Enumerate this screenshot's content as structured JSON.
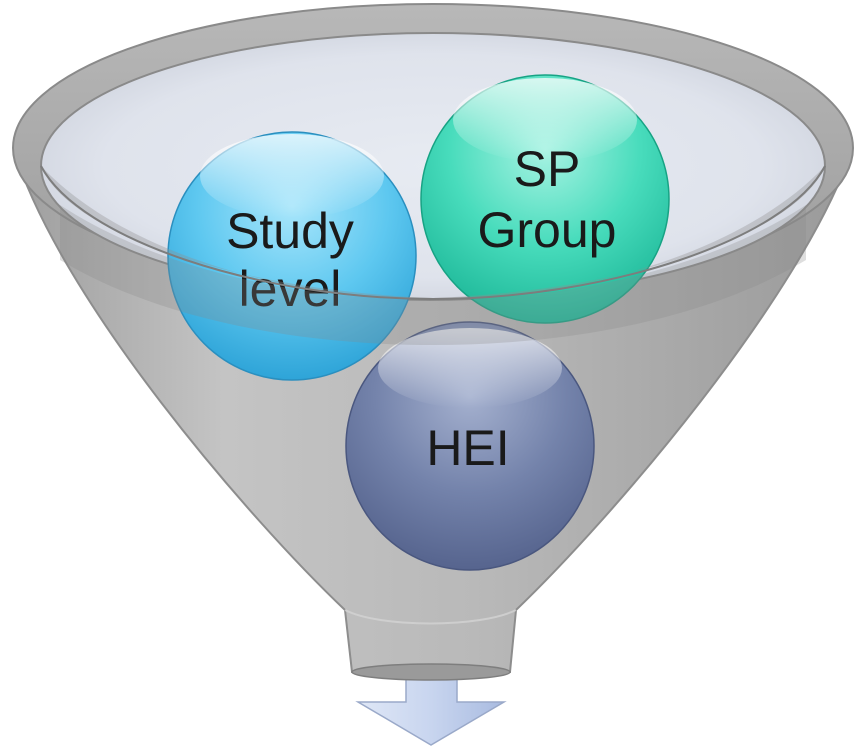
{
  "diagram": {
    "title": "",
    "circles": {
      "study_level": {
        "line1": "Study",
        "line2": "level",
        "color": "#4fc0ec"
      },
      "sp_group": {
        "line1": "SP",
        "line2": "Group",
        "color": "#3fd6b6"
      },
      "hei": {
        "label": "HEI",
        "color": "#6f7fa8"
      }
    },
    "funnel_color": "#a9a9a9",
    "arrow_color": "#c6d3ec",
    "arrow_direction": "down"
  }
}
